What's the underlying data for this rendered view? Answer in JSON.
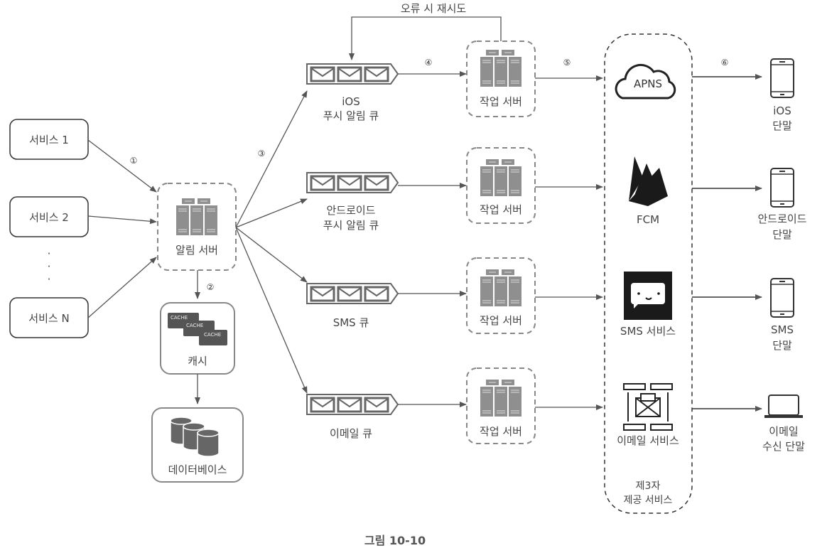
{
  "figure": {
    "caption": "그림 10-10",
    "colors": {
      "line": "#555555",
      "server_fill": "#8f8f8f",
      "dash": "#777777",
      "dark_icon": "#1a1a1a"
    }
  },
  "services": [
    {
      "label": "서비스 1"
    },
    {
      "label": "서비스 2"
    },
    {
      "label": "서비스 N"
    }
  ],
  "ellipsis": "·",
  "notification_server": {
    "label": "알림 서버"
  },
  "cache": {
    "label": "캐시",
    "chip_text": "CACHE"
  },
  "database": {
    "label": "데이터베이스"
  },
  "steps": [
    "①",
    "②",
    "③",
    "④",
    "⑤",
    "⑥"
  ],
  "retry_label": "오류 시 재시도",
  "queues": [
    {
      "line1": "iOS",
      "line2": "푸시 알림 큐"
    },
    {
      "line1": "안드로이드",
      "line2": "푸시 알림 큐"
    },
    {
      "line1": "SMS 큐",
      "line2": ""
    },
    {
      "line1": "이메일 큐",
      "line2": ""
    }
  ],
  "workers": [
    {
      "label": "작업 서버"
    },
    {
      "label": "작업 서버"
    },
    {
      "label": "작업 서버"
    },
    {
      "label": "작업 서버"
    }
  ],
  "third_party": {
    "title_line1": "제3자",
    "title_line2": "제공 서비스",
    "providers": [
      {
        "label": "APNS",
        "icon": "cloud-icon"
      },
      {
        "label": "FCM",
        "icon": "firebase-icon"
      },
      {
        "label": "SMS 서비스",
        "icon": "chat-bubble-icon"
      },
      {
        "label": "이메일 서비스",
        "icon": "email-server-icon"
      }
    ]
  },
  "devices": [
    {
      "line1": "iOS",
      "line2": "단말",
      "icon": "phone-icon"
    },
    {
      "line1": "안드로이드",
      "line2": "단말",
      "icon": "phone-icon"
    },
    {
      "line1": "SMS",
      "line2": "단말",
      "icon": "phone-icon"
    },
    {
      "line1": "이메일",
      "line2": "수신 단말",
      "icon": "laptop-icon"
    }
  ]
}
